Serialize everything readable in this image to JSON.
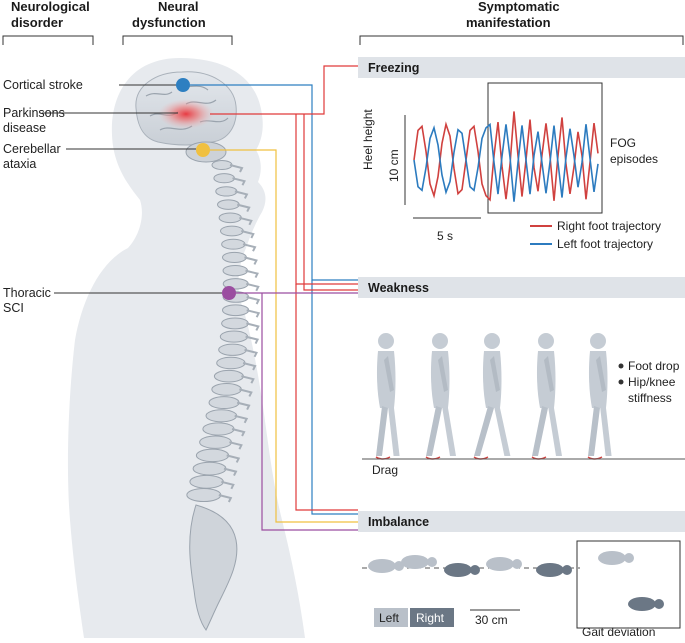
{
  "headers": {
    "disorder": [
      "Neurological",
      "disorder"
    ],
    "dysfunction": [
      "Neural",
      "dysfunction"
    ],
    "manifestation": [
      "Symptomatic",
      "manifestation"
    ]
  },
  "disorders": {
    "cortical_stroke": [
      "Cortical stroke"
    ],
    "parkinsons": [
      "Parkinsons",
      "disease"
    ],
    "cerebellar": [
      "Cerebellar",
      "ataxia"
    ],
    "thoracic": [
      "Thoracic",
      "SCI"
    ]
  },
  "freezing": {
    "title": "Freezing",
    "ylabel": "Heel height",
    "yscale": "10 cm",
    "xscale": "5 s",
    "episodes": [
      "FOG",
      "episodes"
    ],
    "legend_right": "Right foot trajectory",
    "legend_left": "Left foot trajectory"
  },
  "weakness": {
    "title": "Weakness",
    "bullets": [
      "Foot drop",
      "Hip/knee",
      "stiffness"
    ],
    "drag": "Drag"
  },
  "imbalance": {
    "title": "Imbalance",
    "left_key": "Left",
    "right_key": "Right",
    "scale": "30 cm",
    "deviation": "Gait deviation"
  },
  "colors": {
    "cortical": "#2d7fc1",
    "parkinsons": "#e03a3a",
    "cerebellar": "#f0c040",
    "thoracic": "#9b4ea0",
    "right_foot": "#d0413f",
    "left_foot": "#2c7bbf",
    "bar": "#dfe3e8",
    "silhouette": "#e6e9ed"
  }
}
